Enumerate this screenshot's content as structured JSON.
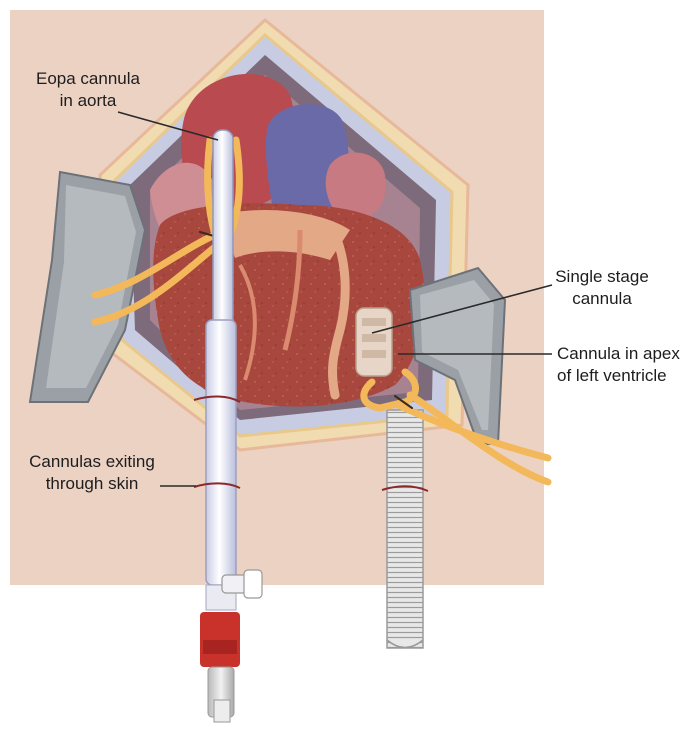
{
  "labels": {
    "aorta_cannula": {
      "line1": "Eopa cannula",
      "line2": "in aorta"
    },
    "single_stage": {
      "line1": "Single stage",
      "line2": "cannula"
    },
    "apex_cannula": {
      "line1": "Cannula in apex",
      "line2": "of left ventricle"
    },
    "exiting_skin": {
      "line1": "Cannulas exiting",
      "line2": "through skin"
    }
  },
  "colors": {
    "background_panel": "#ecd2c3",
    "retractor": "#9aa0a6",
    "sutures": "#f3b85a",
    "myocardium": "#b04a3e",
    "vein_blue": "#6a6aa8",
    "cannula_white": "#f4f4f8",
    "connector_red": "#c8322b",
    "leader_line": "#2a2a2a"
  }
}
